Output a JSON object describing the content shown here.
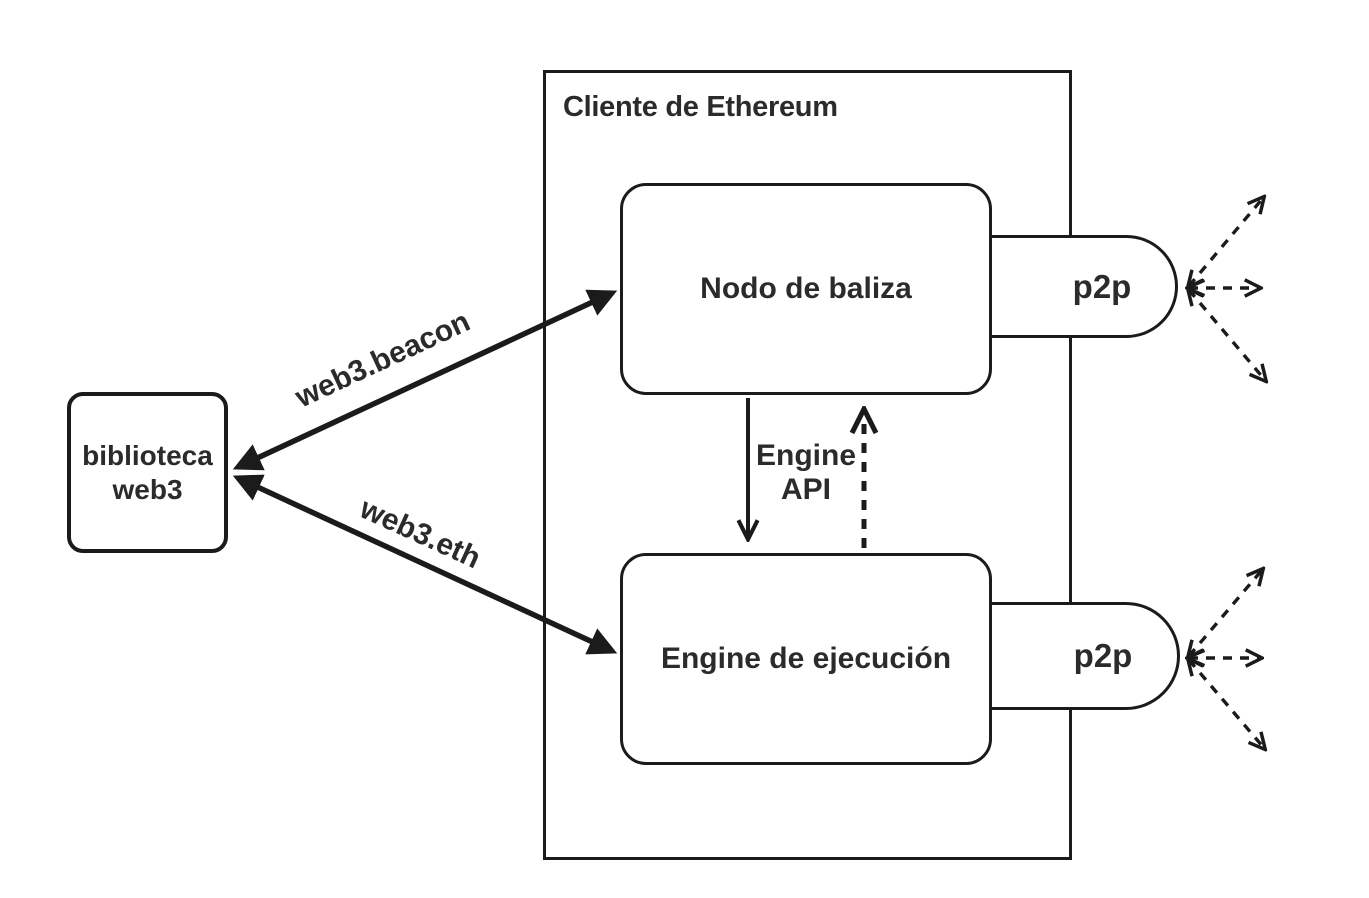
{
  "diagram": {
    "colors": {
      "background": "#ffffff",
      "stroke": "#1b1b1b",
      "text": "#2b2b2b"
    },
    "container": {
      "title": "Cliente de Ethereum"
    },
    "nodes": {
      "web3_library": {
        "line1": "biblioteca",
        "line2": "web3"
      },
      "beacon_node": {
        "label": "Nodo de baliza"
      },
      "execution_engine": {
        "label": "Engine de ejecución"
      },
      "p2p_top": {
        "label": "p2p"
      },
      "p2p_bottom": {
        "label": "p2p"
      }
    },
    "edges": {
      "web3_beacon": {
        "label": "web3.beacon",
        "style": "solid-double-arrow"
      },
      "web3_eth": {
        "label": "web3.eth",
        "style": "solid-double-arrow"
      },
      "engine_api": {
        "line1": "Engine",
        "line2": "API",
        "down_style": "solid",
        "up_style": "dashed"
      },
      "p2p_network_top": {
        "style": "dashed-bidirectional",
        "count": 3
      },
      "p2p_network_bottom": {
        "style": "dashed-bidirectional",
        "count": 3
      }
    }
  }
}
